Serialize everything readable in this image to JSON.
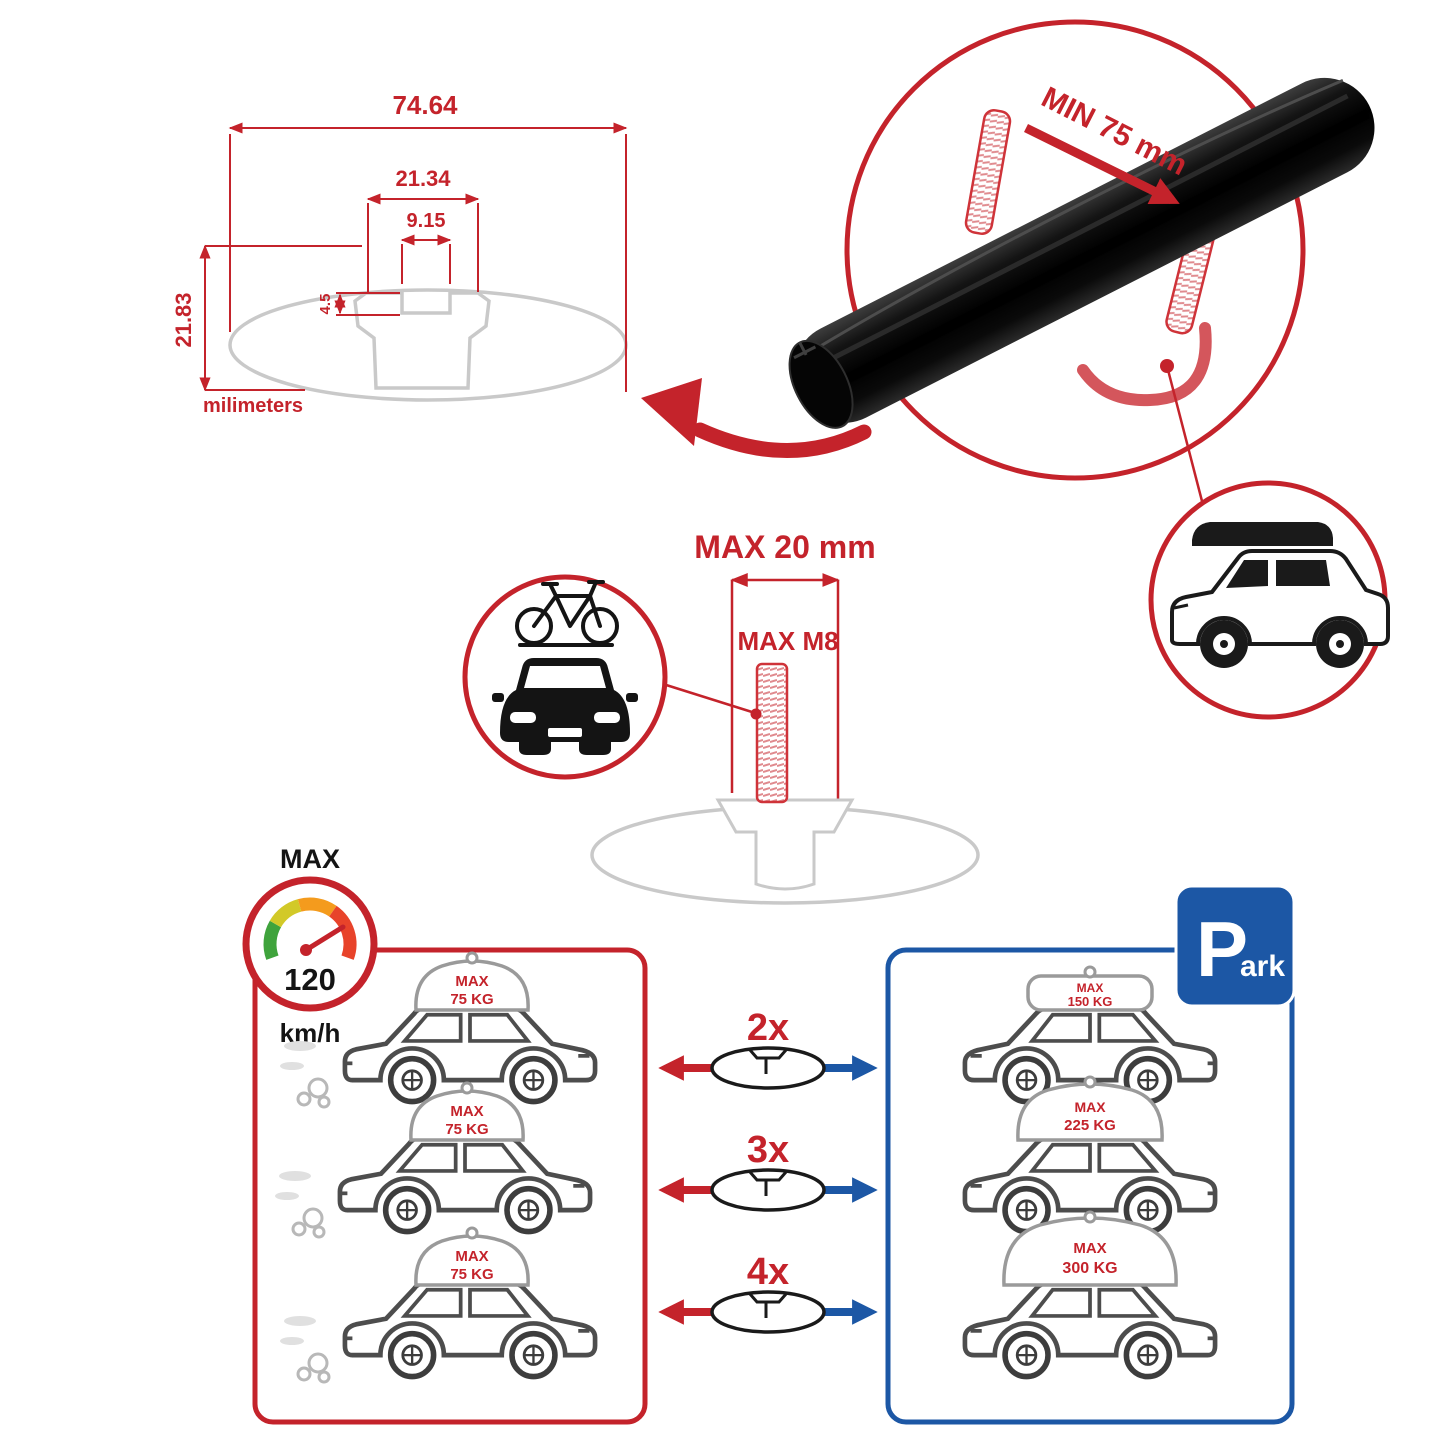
{
  "colors": {
    "red": "#c4232b",
    "blue": "#1c57a5",
    "gray": "#c9c9c9",
    "black": "#141414"
  },
  "tech_drawing": {
    "dim_total_width": "74.64",
    "dim_channel_width": "21.34",
    "dim_slot_width": "9.15",
    "dim_slot_depth": "4.5",
    "dim_total_height": "21.83",
    "unit_label": "milimeters"
  },
  "clamp_detail": {
    "min_clearance_label": "MIN 75 mm"
  },
  "bolt_detail": {
    "max_length_label": "MAX 20 mm",
    "max_thread_label": "MAX M8"
  },
  "speedometer": {
    "top_label": "MAX",
    "value": "120",
    "unit": "km/h"
  },
  "driving_panel": {
    "cars": [
      {
        "load_label": "MAX",
        "load_value": "75 KG"
      },
      {
        "load_label": "MAX",
        "load_value": "75 KG"
      },
      {
        "load_label": "MAX",
        "load_value": "75 KG"
      }
    ]
  },
  "parking_panel": {
    "sign_main": "P",
    "sign_suffix": "ark",
    "cars": [
      {
        "load_label": "MAX",
        "load_value": "150 KG"
      },
      {
        "load_label": "MAX",
        "load_value": "225 KG"
      },
      {
        "load_label": "MAX",
        "load_value": "300 KG"
      }
    ]
  },
  "multipliers": [
    {
      "label": "2x"
    },
    {
      "label": "3x"
    },
    {
      "label": "4x"
    }
  ]
}
